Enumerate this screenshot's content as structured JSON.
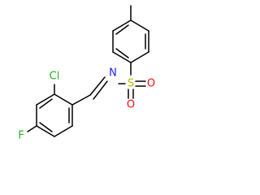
{
  "molecule": {
    "atoms": {
      "cl": {
        "symbol": "Cl",
        "color": "#1fb41f"
      },
      "f": {
        "symbol": "F",
        "color": "#1fb41f"
      },
      "n": {
        "symbol": "N",
        "color": "#2020ff"
      },
      "s": {
        "symbol": "S",
        "color": "#b9b900"
      },
      "o1": {
        "symbol": "O",
        "color": "#ff0d0d"
      },
      "o2": {
        "symbol": "O",
        "color": "#ff0d0d"
      }
    },
    "bond_color": "#000000"
  }
}
